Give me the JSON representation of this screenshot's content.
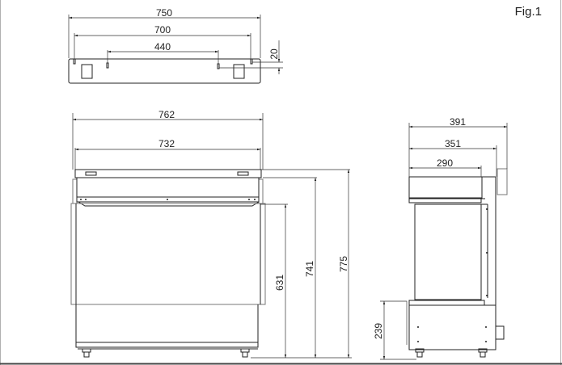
{
  "figure": {
    "label": "Fig.1"
  },
  "top_view": {
    "dims": {
      "overall_width": "750",
      "hole_spacing_outer": "700",
      "hole_spacing_inner": "440",
      "hole_offset": "20"
    }
  },
  "front_view": {
    "dims": {
      "overall_width": "762",
      "inner_width": "732",
      "height_631": "631",
      "height_741": "741",
      "height_775": "775"
    }
  },
  "side_view": {
    "dims": {
      "depth_391": "391",
      "depth_351": "351",
      "depth_290": "290",
      "base_height": "239"
    }
  },
  "colors": {
    "line": "#222222",
    "frame_left": "#b0b0b0",
    "frame_bottom": "#444444"
  }
}
